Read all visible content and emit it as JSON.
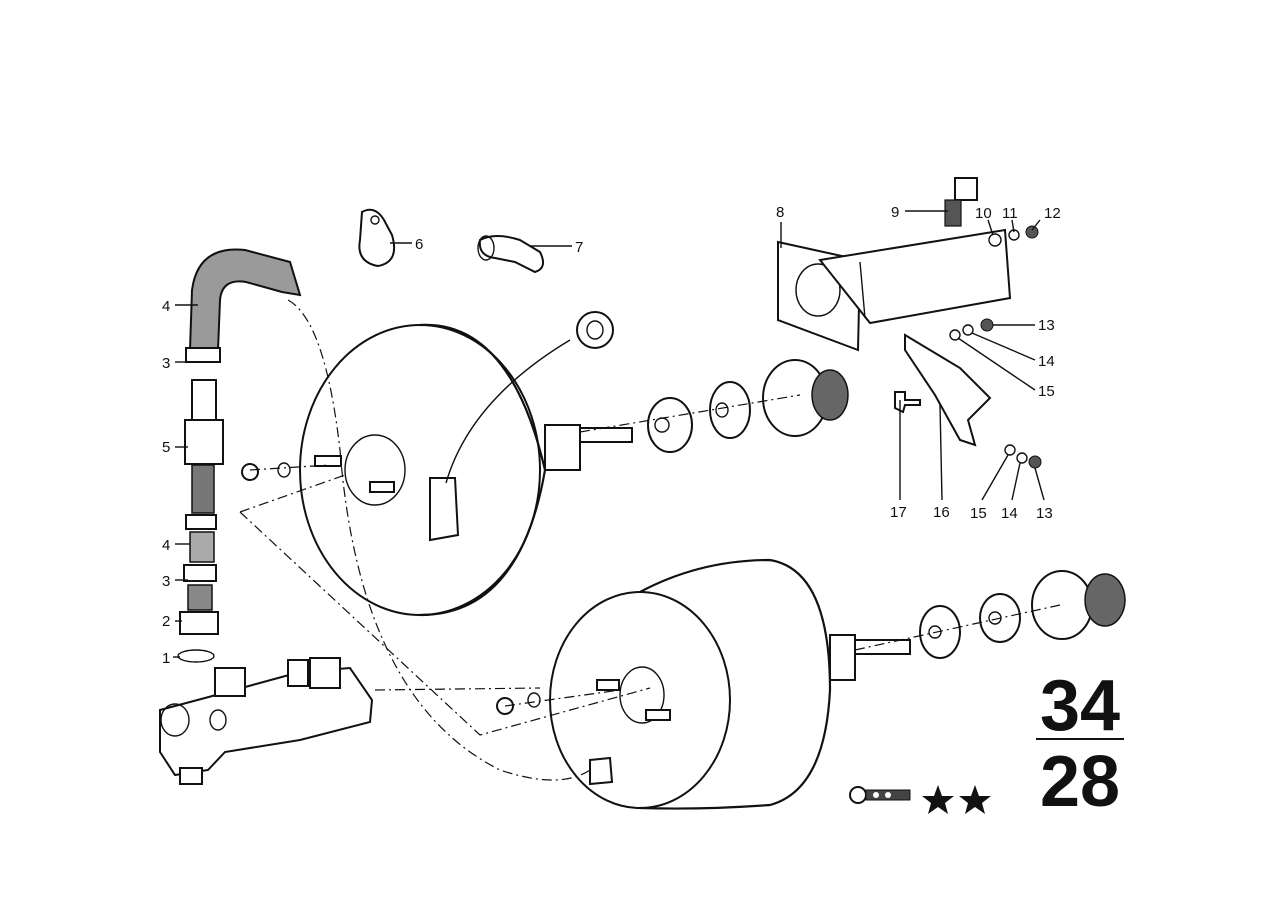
{
  "group_number": {
    "top": "34",
    "bottom": "28"
  },
  "callouts": {
    "c1": "1",
    "c2": "2",
    "c3a": "3",
    "c3b": "3",
    "c4a": "4",
    "c4b": "4",
    "c5": "5",
    "c6": "6",
    "c7": "7",
    "c8": "8",
    "c9": "9",
    "c10": "10",
    "c11": "11",
    "c12": "12",
    "c13a": "13",
    "c13b": "13",
    "c14a": "14",
    "c14b": "14",
    "c15a": "15",
    "c15b": "15",
    "c16": "16",
    "c17": "17"
  },
  "symbols": [
    "key-icon",
    "star-icon",
    "star-icon"
  ],
  "colors": {
    "ink": "#111111",
    "paper": "#ffffff"
  }
}
